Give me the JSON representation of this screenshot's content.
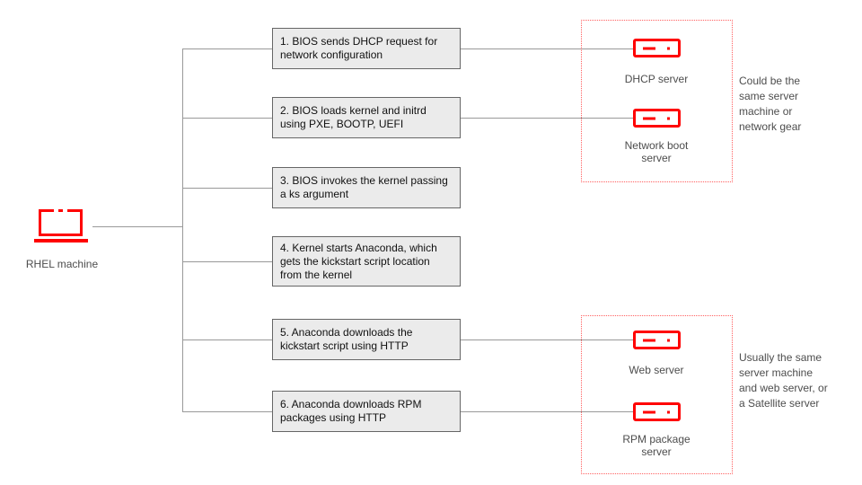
{
  "palette": {
    "accent_red": "#ff0000",
    "group_border_red": "#ff7f7f",
    "box_fill": "#ebebeb",
    "box_border": "#666666",
    "connector_gray": "#999999",
    "box_text": "#111111",
    "label_gray": "#4d4d4d"
  },
  "client": {
    "label": "RHEL machine"
  },
  "steps": [
    {
      "text": "1. BIOS sends DHCP request for network configuration"
    },
    {
      "text": "2. BIOS loads kernel and initrd using PXE, BOOTP, UEFI"
    },
    {
      "text": "3. BIOS invokes the kernel passing a ks argument"
    },
    {
      "text": "4. Kernel starts Anaconda, which gets the kickstart script location from the kernel"
    },
    {
      "text": "5. Anaconda downloads the kickstart script using HTTP"
    },
    {
      "text": "6. Anaconda downloads RPM packages using HTTP"
    }
  ],
  "servers": [
    {
      "label": "DHCP server"
    },
    {
      "label": "Network boot server"
    },
    {
      "label": "Web server"
    },
    {
      "label": "RPM package server"
    }
  ],
  "annotations": [
    {
      "text": "Could be the same server machine or network gear"
    },
    {
      "text": "Usually the same server machine and web server, or a Satellite server"
    }
  ]
}
